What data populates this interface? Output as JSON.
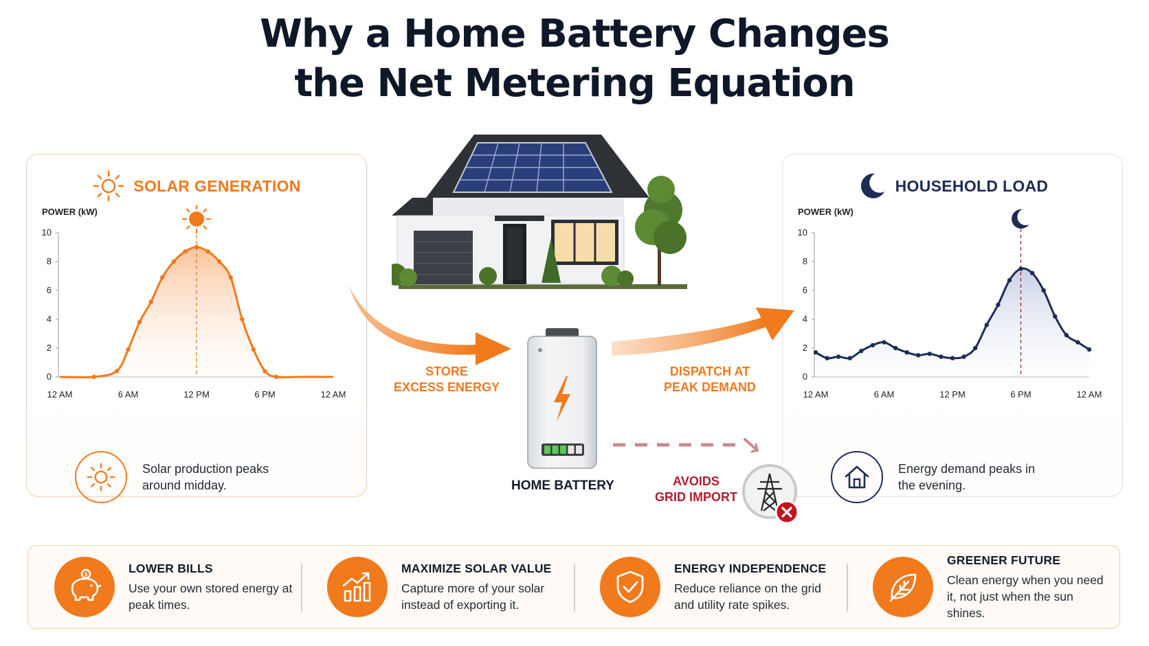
{
  "title": {
    "line1": "Why a Home Battery Changes",
    "line2": "the Net Metering Equation"
  },
  "colors": {
    "solar": "#f07a1c",
    "load": "#1d2b55",
    "alert": "#b01e2d",
    "grid_line": "#d9d9d9"
  },
  "solar_panel": {
    "title": "SOLAR GENERATION",
    "icon": "sun-icon",
    "note": "Solar production peaks around midday."
  },
  "load_panel": {
    "title": "HOUSEHOLD LOAD",
    "icon": "moon-icon",
    "note": "Energy demand peaks in the evening."
  },
  "center": {
    "store_label": "STORE\nEXCESS ENERGY",
    "dispatch_label": "DISPATCH AT\nPEAK DEMAND",
    "battery_label": "HOME BATTERY",
    "avoid_label": "AVOIDS\nGRID IMPORT",
    "battery_charge_fraction": 0.6
  },
  "chart_data": [
    {
      "type": "area",
      "ylabel": "POWER (kW)",
      "ylim": [
        0,
        10
      ],
      "yticks": [
        0,
        2,
        4,
        6,
        8,
        10
      ],
      "xlim": [
        0,
        24
      ],
      "xticks": [
        0,
        6,
        12,
        18,
        24
      ],
      "xtick_labels": [
        "12 AM",
        "6 AM",
        "12 PM",
        "6 PM",
        "12 AM"
      ],
      "peak_marker": "sun-icon",
      "peak_x": 12,
      "series": [
        {
          "x": [
            0,
            3,
            5,
            6,
            7,
            8,
            9,
            10,
            11,
            12,
            13,
            14,
            15,
            16,
            17,
            18,
            19,
            21,
            24
          ],
          "y": [
            0,
            0,
            0.4,
            1.9,
            3.8,
            5.2,
            6.9,
            8.0,
            8.7,
            9.0,
            8.7,
            8.0,
            6.9,
            4.0,
            1.9,
            0.4,
            0,
            0,
            0
          ]
        }
      ]
    },
    {
      "type": "area",
      "ylabel": "POWER (kW)",
      "ylim": [
        0,
        10
      ],
      "yticks": [
        0,
        2,
        4,
        6,
        8,
        10
      ],
      "xlim": [
        0,
        24
      ],
      "xticks": [
        0,
        6,
        12,
        18,
        24
      ],
      "xtick_labels": [
        "12 AM",
        "6 AM",
        "12 PM",
        "6 PM",
        "12 AM"
      ],
      "peak_marker": "moon-icon",
      "peak_x": 18,
      "series": [
        {
          "x": [
            0,
            1,
            2,
            3,
            4,
            5,
            6,
            7,
            8,
            9,
            10,
            11,
            12,
            13,
            14,
            15,
            16,
            17,
            18,
            19,
            20,
            21,
            22,
            23,
            24
          ],
          "y": [
            1.7,
            1.3,
            1.4,
            1.3,
            1.8,
            2.2,
            2.4,
            2.0,
            1.7,
            1.5,
            1.6,
            1.4,
            1.3,
            1.4,
            2.0,
            3.6,
            5.0,
            6.7,
            7.5,
            7.2,
            6.0,
            4.2,
            2.9,
            2.4,
            1.9
          ]
        }
      ]
    }
  ],
  "benefits": [
    {
      "icon": "piggy-bank-icon",
      "title": "LOWER BILLS",
      "desc": "Use your own stored energy at peak times."
    },
    {
      "icon": "growth-chart-icon",
      "title": "MAXIMIZE SOLAR VALUE",
      "desc": "Capture more of your solar instead of exporting it."
    },
    {
      "icon": "shield-check-icon",
      "title": "ENERGY INDEPENDENCE",
      "desc": "Reduce reliance on the grid and utility rate spikes."
    },
    {
      "icon": "leaf-icon",
      "title": "GREENER FUTURE",
      "desc": "Clean energy when you need it, not just when the sun shines."
    }
  ]
}
